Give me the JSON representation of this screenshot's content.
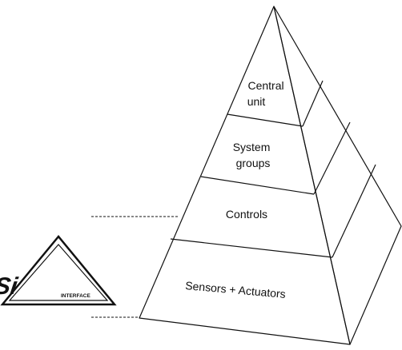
{
  "diagram": {
    "type": "pyramid",
    "levels": [
      {
        "lines": [
          "Central",
          "unit"
        ]
      },
      {
        "lines": [
          "System",
          "groups"
        ]
      },
      {
        "lines": [
          "Controls"
        ]
      },
      {
        "lines": [
          "Sensors + Actuators"
        ]
      }
    ]
  },
  "logo": {
    "text_main": "ASi",
    "text_sub": "INTERFACE"
  },
  "colors": {
    "stroke": "#111111",
    "background": "#ffffff"
  }
}
